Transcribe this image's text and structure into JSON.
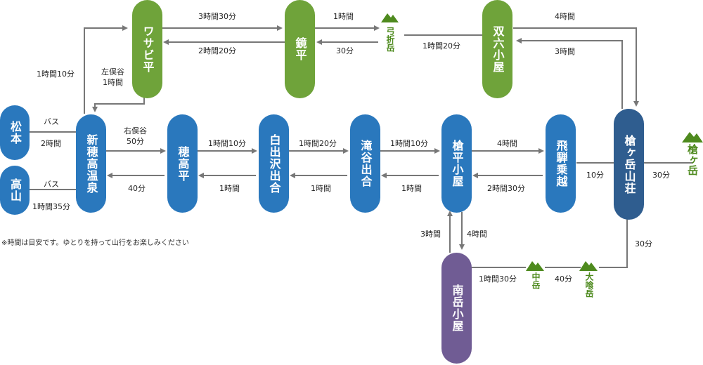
{
  "colors": {
    "blue": "#2a78bd",
    "green": "#6fa33a",
    "navy": "#2f5d8f",
    "purple": "#705c94",
    "peak": "#4e8a1e",
    "line": "#777777"
  },
  "nodes": {
    "matsumoto": "松本",
    "takayama": "高山",
    "shinhotaka": "新穂高温泉",
    "hotakadaira": "穂高平",
    "shirodeshi": "白出沢出合",
    "takidani": "滝谷出合",
    "yaridaira": "槍平小屋",
    "hidanori": "飛騨乗越",
    "yarigatake_sanso": "槍ヶ岳山荘",
    "wasabidaira": "ワサビ平",
    "kagamidaira": "鏡平",
    "sugoroku": "双六小屋",
    "minamidake": "南岳小屋"
  },
  "peaks": {
    "yumiori": "弓折岳",
    "yarigatake": "槍ヶ岳",
    "nakadake": "中岳",
    "obami": "大喰岳"
  },
  "labels": {
    "bus1": "バス",
    "time_bus1": "2時間",
    "bus2": "バス",
    "time_bus2": "1時間35分",
    "shin_wasabi": "1時間10分",
    "wasabi_shin_route": "左俣谷",
    "wasabi_shin_time": "1時間",
    "shin_hotaka_route": "右俣谷",
    "shin_hotaka_time": "50分",
    "hotaka_shin": "40分",
    "hotaka_shiro": "1時間10分",
    "shiro_hotaka": "1時間",
    "shiro_taki": "1時間20分",
    "taki_shiro": "1時間",
    "taki_yari": "1時間10分",
    "yari_taki": "1時間",
    "yari_hida": "4時間",
    "hida_yari": "2時間30分",
    "hida_sanso": "10分",
    "sanso_peak": "30分",
    "wasabi_kagami": "3時間30分",
    "kagami_wasabi": "2時間20分",
    "kagami_yumi": "1時間",
    "yumi_kagami": "30分",
    "yumi_sugo": "1時間20分",
    "sugo_sanso": "4時間",
    "sanso_sugo": "3時間",
    "minami_yari": "3時間",
    "yari_minami": "4時間",
    "minami_naka": "1時間30分",
    "naka_obami": "40分",
    "obami_sanso": "30分"
  },
  "note": "※時間は目安です。ゆとりを持って山行をお楽しみください"
}
